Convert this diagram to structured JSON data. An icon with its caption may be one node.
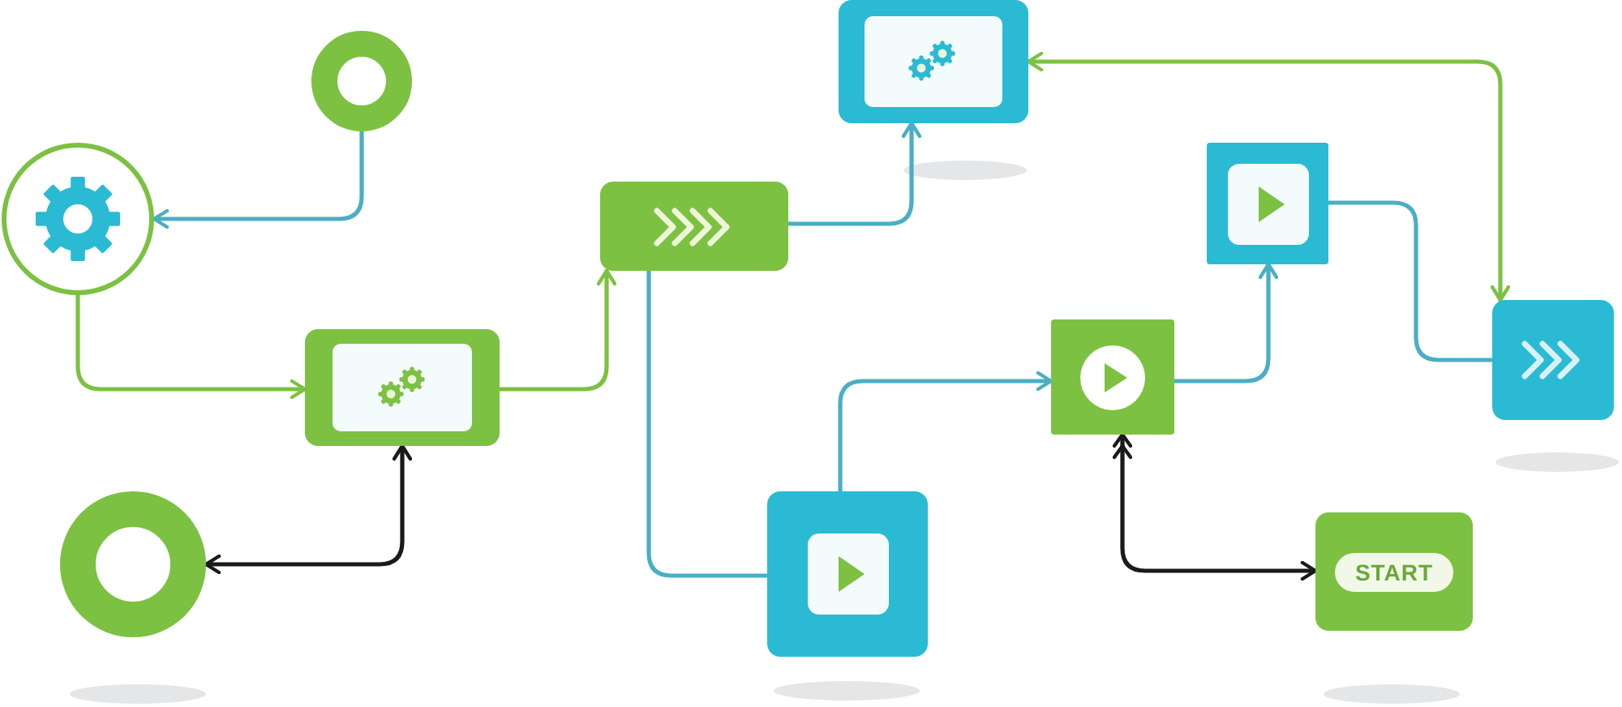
{
  "diagram": {
    "nodes": [
      {
        "text": [],
        "shape": "circle"
      },
      {
        "text": [],
        "shape": "circle"
      },
      {
        "text": [],
        "shape": "box"
      },
      {
        "text": [],
        "shape": "circle"
      },
      {
        "text": [],
        "shape": "box"
      },
      {
        "text": [],
        "shape": "box"
      },
      {
        "text": [],
        "shape": "box"
      },
      {
        "text": [],
        "shape": "box"
      },
      {
        "text": [],
        "shape": "box"
      },
      {
        "text": [],
        "shape": "box"
      },
      {
        "text": [
          "START"
        ]
      }
    ],
    "edges": [
      {
        "from": 0,
        "to": 1,
        "arrow": "to"
      },
      {
        "from": 1,
        "to": 2,
        "arrow": "to",
        "color": "#7cc142"
      },
      {
        "from": 3,
        "to": 2,
        "arrow": "both",
        "color": "#1a1a1a"
      },
      {
        "from": 2,
        "to": 4,
        "arrow": "to",
        "color": "#7cc142"
      },
      {
        "from": 4,
        "to": 5,
        "arrow": "to"
      },
      {
        "from": 4,
        "to": 6,
        "arrow": "none"
      },
      {
        "from": 6,
        "to": 7,
        "arrow": "to"
      },
      {
        "from": 7,
        "to": 8,
        "arrow": "to"
      },
      {
        "from": 8,
        "to": 9,
        "arrow": "none"
      },
      {
        "from": 5,
        "to": 9,
        "arrow": "both",
        "color": "#7cc142"
      },
      {
        "from": 7,
        "to": 10,
        "arrow": "both",
        "color": "#1a1a1a"
      }
    ]
  }
}
